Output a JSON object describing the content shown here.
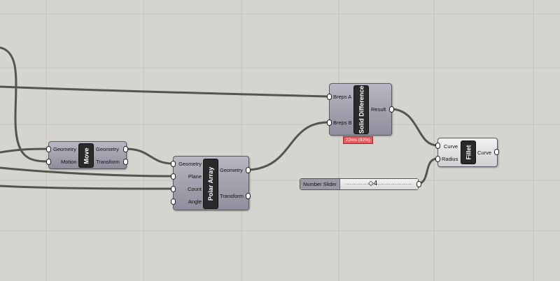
{
  "components": {
    "move": {
      "nickname": "Move",
      "inputs": [
        "Geometry",
        "Motion"
      ],
      "outputs": [
        "Geometry",
        "Transform"
      ]
    },
    "polar_array": {
      "nickname": "Polar Array",
      "inputs": [
        "Geometry",
        "Plane",
        "Count",
        "Angle"
      ],
      "outputs": [
        "Geometry",
        "Transform"
      ]
    },
    "solid_difference": {
      "nickname": "Solid Difference",
      "inputs": [
        "Breps A",
        "Breps B"
      ],
      "outputs": [
        "Result"
      ],
      "profiler": "22ms (92%)"
    },
    "fillet": {
      "nickname": "Fillet",
      "inputs": [
        "Curve",
        "Radius"
      ],
      "outputs": [
        "Curve"
      ]
    }
  },
  "number_slider": {
    "label": "Number Slider",
    "value": "4"
  },
  "colors": {
    "canvas": "#d6d4cf",
    "wire": "#55554f",
    "warning": "#e4585e"
  }
}
